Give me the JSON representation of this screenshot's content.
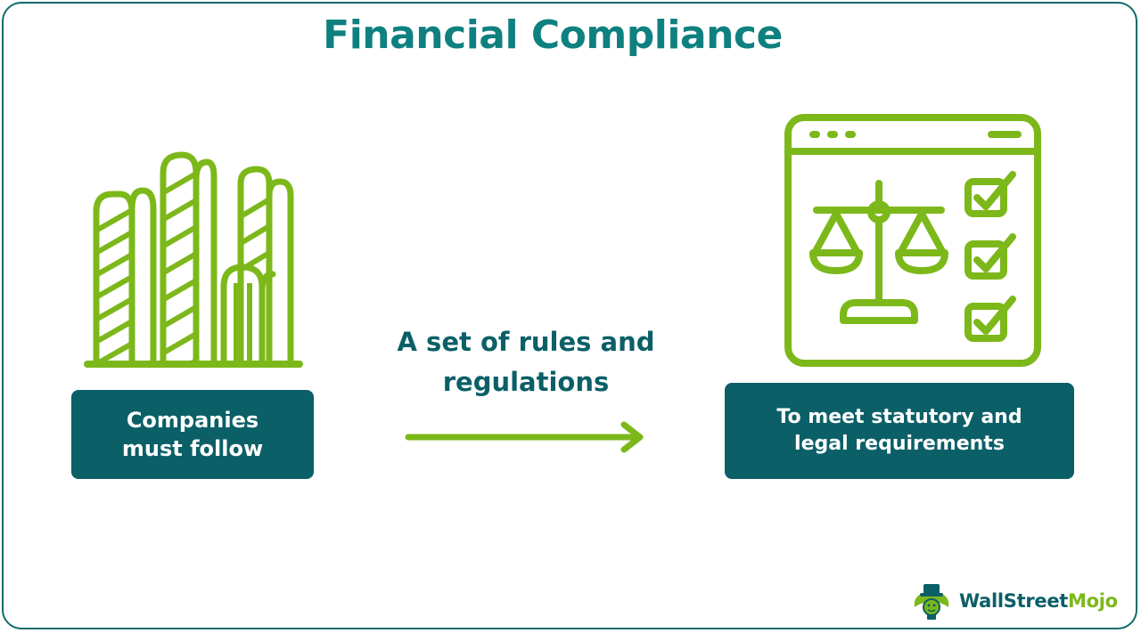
{
  "title": "Financial Compliance",
  "left_box": {
    "line1": "Companies",
    "line2": "must follow"
  },
  "middle": {
    "line1": "A set of rules and",
    "line2": "regulations"
  },
  "right_box": {
    "line1": "To meet statutory and",
    "line2": "legal requirements"
  },
  "logo": {
    "part1": "WallStreet",
    "part2": "Mojo"
  },
  "icons": {
    "left": "buildings-icon",
    "right": "compliance-checklist-icon",
    "arrow": "arrow-right-icon",
    "logo": "wallstreetmojo-logo-icon"
  },
  "colors": {
    "title": "#0f8080",
    "box_background": "#0b5f67",
    "icon_green": "#7cb81a",
    "frame_border": "#0f6b6b"
  }
}
